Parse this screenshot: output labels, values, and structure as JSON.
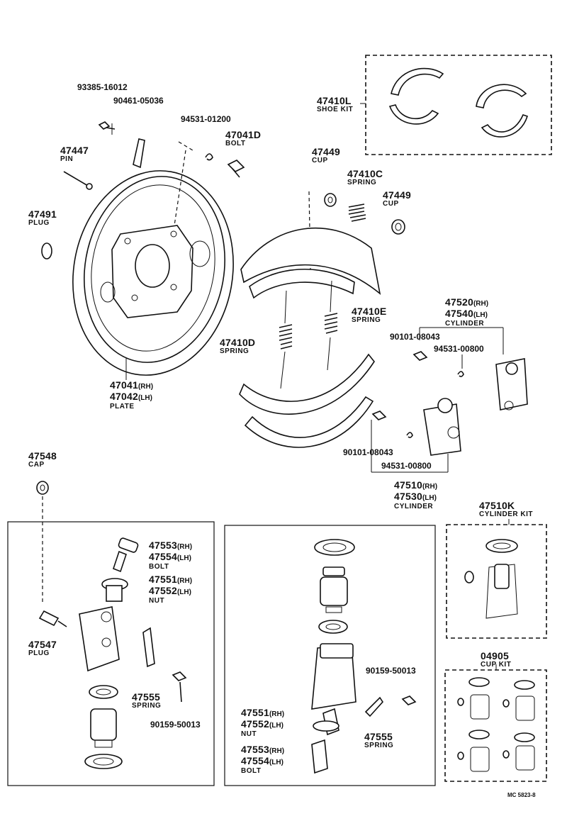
{
  "callouts": {
    "c93385": {
      "number": "93385-16012"
    },
    "c90461": {
      "number": "90461-05036"
    },
    "c94531a": {
      "number": "94531-01200"
    },
    "c47041d": {
      "number": "47041D",
      "name": "BOLT"
    },
    "c47447": {
      "number": "47447",
      "name": "PIN"
    },
    "c47491": {
      "number": "47491",
      "name": "PLUG"
    },
    "c47410l": {
      "number": "47410L",
      "name": "SHOE KIT"
    },
    "c47449a": {
      "number": "47449",
      "name": "CUP"
    },
    "c47410c": {
      "number": "47410C",
      "name": "SPRING"
    },
    "c47449b": {
      "number": "47449",
      "name": "CUP"
    },
    "plate": {
      "rh": "47041",
      "rh_sfx": "(RH)",
      "lh": "47042",
      "lh_sfx": "(LH)",
      "name": "PLATE"
    },
    "c47410e": {
      "number": "47410E",
      "name": "SPRING"
    },
    "c47410d": {
      "number": "47410D",
      "name": "SPRING"
    },
    "cyl_upper": {
      "rh": "47520",
      "rh_sfx": "(RH)",
      "lh": "47540",
      "lh_sfx": "(LH)",
      "name": "CYLINDER"
    },
    "c90101a": {
      "number": "90101-08043"
    },
    "c94531b": {
      "number": "94531-00800"
    },
    "c90101b": {
      "number": "90101-08043"
    },
    "c94531c": {
      "number": "94531-00800"
    },
    "cyl_lower": {
      "rh": "47510",
      "rh_sfx": "(RH)",
      "lh": "47530",
      "lh_sfx": "(LH)",
      "name": "CYLINDER"
    },
    "c47548": {
      "number": "47548",
      "name": "CAP"
    },
    "bolt_l": {
      "rh": "47553",
      "rh_sfx": "(RH)",
      "lh": "47554",
      "lh_sfx": "(LH)",
      "name": "BOLT"
    },
    "nut_l": {
      "rh": "47551",
      "rh_sfx": "(RH)",
      "lh": "47552",
      "lh_sfx": "(LH)",
      "name": "NUT"
    },
    "c47547": {
      "number": "47547",
      "name": "PLUG"
    },
    "spring_l": {
      "number": "47555",
      "name": "SPRING"
    },
    "c90159a": {
      "number": "90159-50013"
    },
    "c47510k": {
      "number": "47510K",
      "name": "CYLINDER KIT"
    },
    "c90159b": {
      "number": "90159-50013"
    },
    "spring_m": {
      "number": "47555",
      "name": "SPRING"
    },
    "nut_m": {
      "rh": "47551",
      "rh_sfx": "(RH)",
      "lh": "47552",
      "lh_sfx": "(LH)",
      "name": "NUT"
    },
    "bolt_m": {
      "rh": "47553",
      "rh_sfx": "(RH)",
      "lh": "47554",
      "lh_sfx": "(LH)",
      "name": "BOLT"
    },
    "c04905": {
      "number": "04905",
      "name": "CUP KIT"
    }
  },
  "footer": {
    "code": "MC 5823-8"
  }
}
